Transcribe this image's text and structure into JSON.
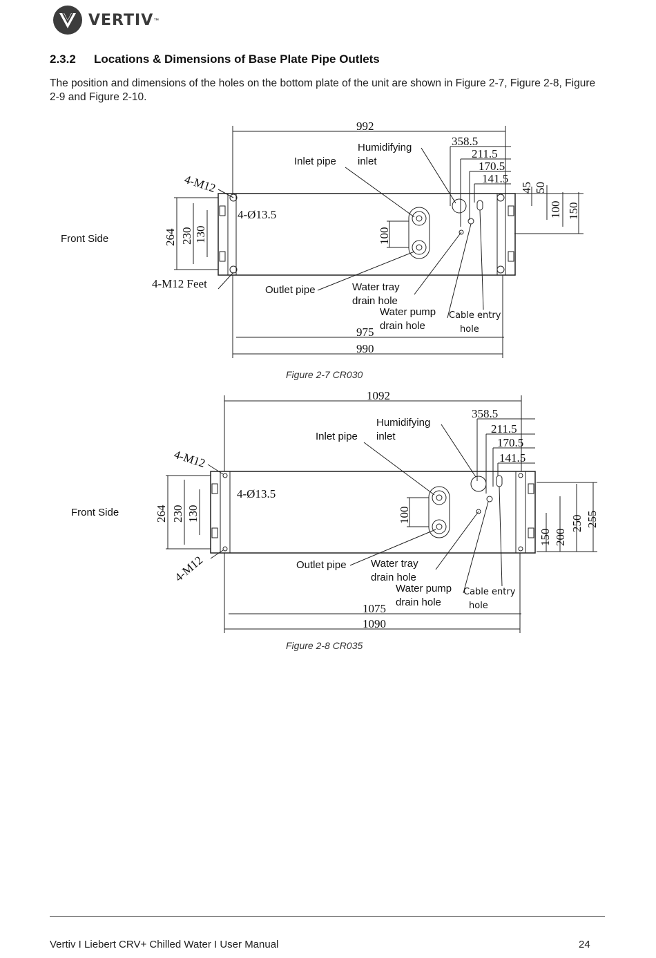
{
  "header": {
    "brand": "VERTIV",
    "logo_icon": "vertiv-v-logo-icon"
  },
  "section": {
    "number": "2.3.2",
    "title": "Locations & Dimensions of Base Plate Pipe Outlets",
    "intro": "The position and dimensions of the holes on the bottom plate of the unit are shown in Figure 2-7, Figure 2-8, Figure 2-9 and Figure 2-10."
  },
  "figure1": {
    "caption": "Figure 2-7 CR030",
    "front_side": "Front Side",
    "top_width": "992",
    "d358": "358.5",
    "d211": "211.5",
    "d170": "170.5",
    "d141": "141.5",
    "d45": "45",
    "d50": "50",
    "d100r": "100",
    "d150": "150",
    "d264": "264",
    "d230": "230",
    "d130": "130",
    "d100": "100",
    "m12_top": "4-M12",
    "phi": "4-Ø13.5",
    "m12_feet": "4-M12 Feet",
    "inlet": "Inlet pipe",
    "humid1": "Humidifying",
    "humid2": "inlet",
    "outlet": "Outlet pipe",
    "tray1": "Water tray",
    "tray2": "drain hole",
    "pump1": "Water pump",
    "pump2": "drain hole",
    "cable1": "Cable entry",
    "cable2": "hole",
    "b975": "975",
    "b990": "990"
  },
  "figure2": {
    "caption": "Figure 2-8 CR035",
    "front_side": "Front Side",
    "top_width": "1092",
    "d358": "358.5",
    "d211": "211.5",
    "d170": "170.5",
    "d141": "141.5",
    "d150": "150",
    "d200": "200",
    "d250": "250",
    "d255": "255",
    "d264": "264",
    "d230": "230",
    "d130": "130",
    "d100": "100",
    "m12_top": "4-M12",
    "phi": "4-Ø13.5",
    "m12_bottom": "4-M12",
    "inlet": "Inlet pipe",
    "humid1": "Humidifying",
    "humid2": "inlet",
    "outlet": "Outlet pipe",
    "tray1": "Water tray",
    "tray2": "drain hole",
    "pump1": "Water pump",
    "pump2": "drain hole",
    "cable1": "Cable entry",
    "cable2": "hole",
    "b1075": "1075",
    "b1090": "1090"
  },
  "footer": {
    "left": "Vertiv I Liebert CRV+ Chilled Water I User Manual",
    "page": "24"
  }
}
